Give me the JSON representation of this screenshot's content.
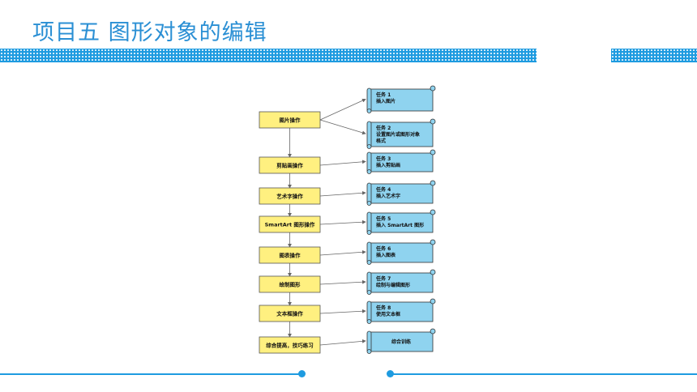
{
  "slide": {
    "title": "项目五    图形对象的编辑",
    "accent_color": "#1e9be0",
    "title_color": "#2a8fd4"
  },
  "steps": [
    {
      "label": "图片操作"
    },
    {
      "label": "剪贴画操作"
    },
    {
      "label": "艺术字操作"
    },
    {
      "label": "SmartArt 图形操作"
    },
    {
      "label": "图表操作"
    },
    {
      "label": "绘制图形"
    },
    {
      "label": "文本框操作"
    },
    {
      "label": "综合提高，技巧练习"
    }
  ],
  "tasks": [
    {
      "lines": [
        "任务 1",
        "插入图片"
      ]
    },
    {
      "lines": [
        "任务 2",
        "设置图片或图形对象",
        "格式"
      ]
    },
    {
      "lines": [
        "任务 3",
        "插入剪贴画"
      ]
    },
    {
      "lines": [
        "任务 4",
        "插入艺术字"
      ]
    },
    {
      "lines": [
        "任务 5",
        "插入 SmartArt 图形"
      ]
    },
    {
      "lines": [
        "任务 6",
        "插入图表"
      ]
    },
    {
      "lines": [
        "任务 7",
        "绘制与编辑图形"
      ]
    },
    {
      "lines": [
        "任务 8",
        "使用文本框"
      ]
    },
    {
      "lines": [
        "综合训练"
      ]
    }
  ],
  "colors": {
    "step_fill": "#fff080",
    "task_fill": "#8fd3ef"
  }
}
